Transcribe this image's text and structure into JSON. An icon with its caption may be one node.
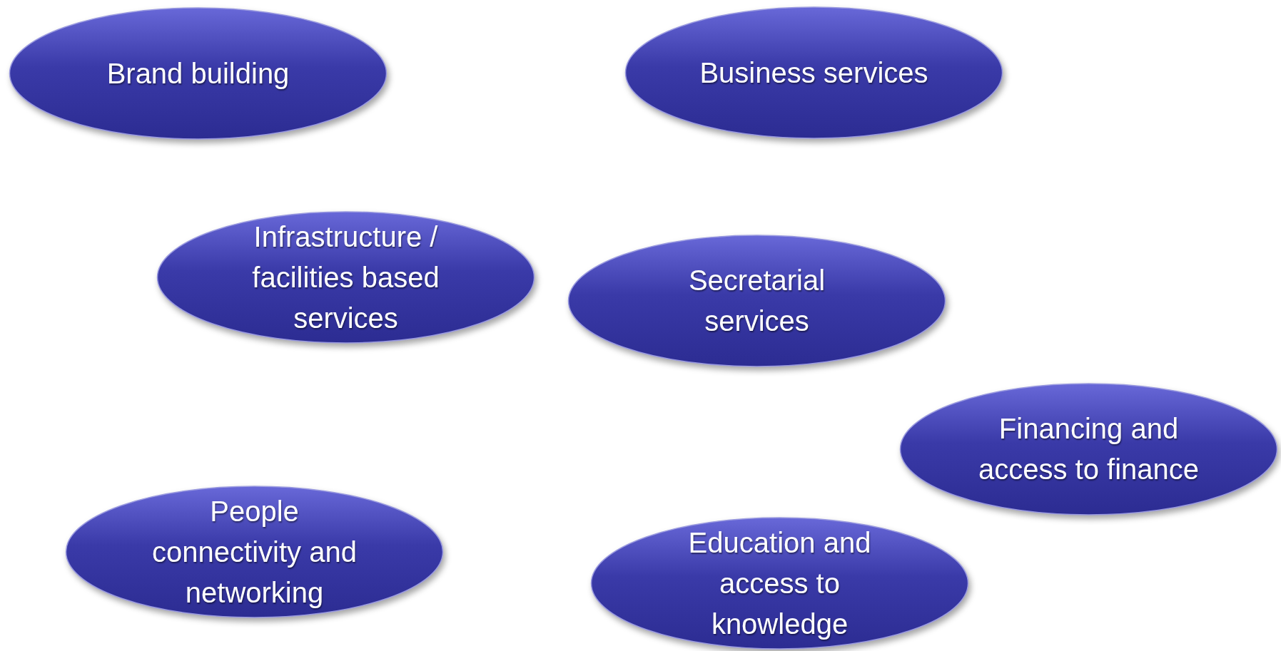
{
  "diagram": {
    "nodes": [
      {
        "text": [
          "Brand building"
        ]
      },
      {
        "text": [
          "Business services"
        ]
      },
      {
        "text": [
          "Infrastructure / facilities based services"
        ]
      },
      {
        "text": [
          "Secretarial services"
        ]
      },
      {
        "text": [
          "Financing and access to finance"
        ]
      },
      {
        "text": [
          "People connectivity and networking"
        ]
      },
      {
        "text": [
          "Education and access to knowledge"
        ]
      }
    ]
  }
}
